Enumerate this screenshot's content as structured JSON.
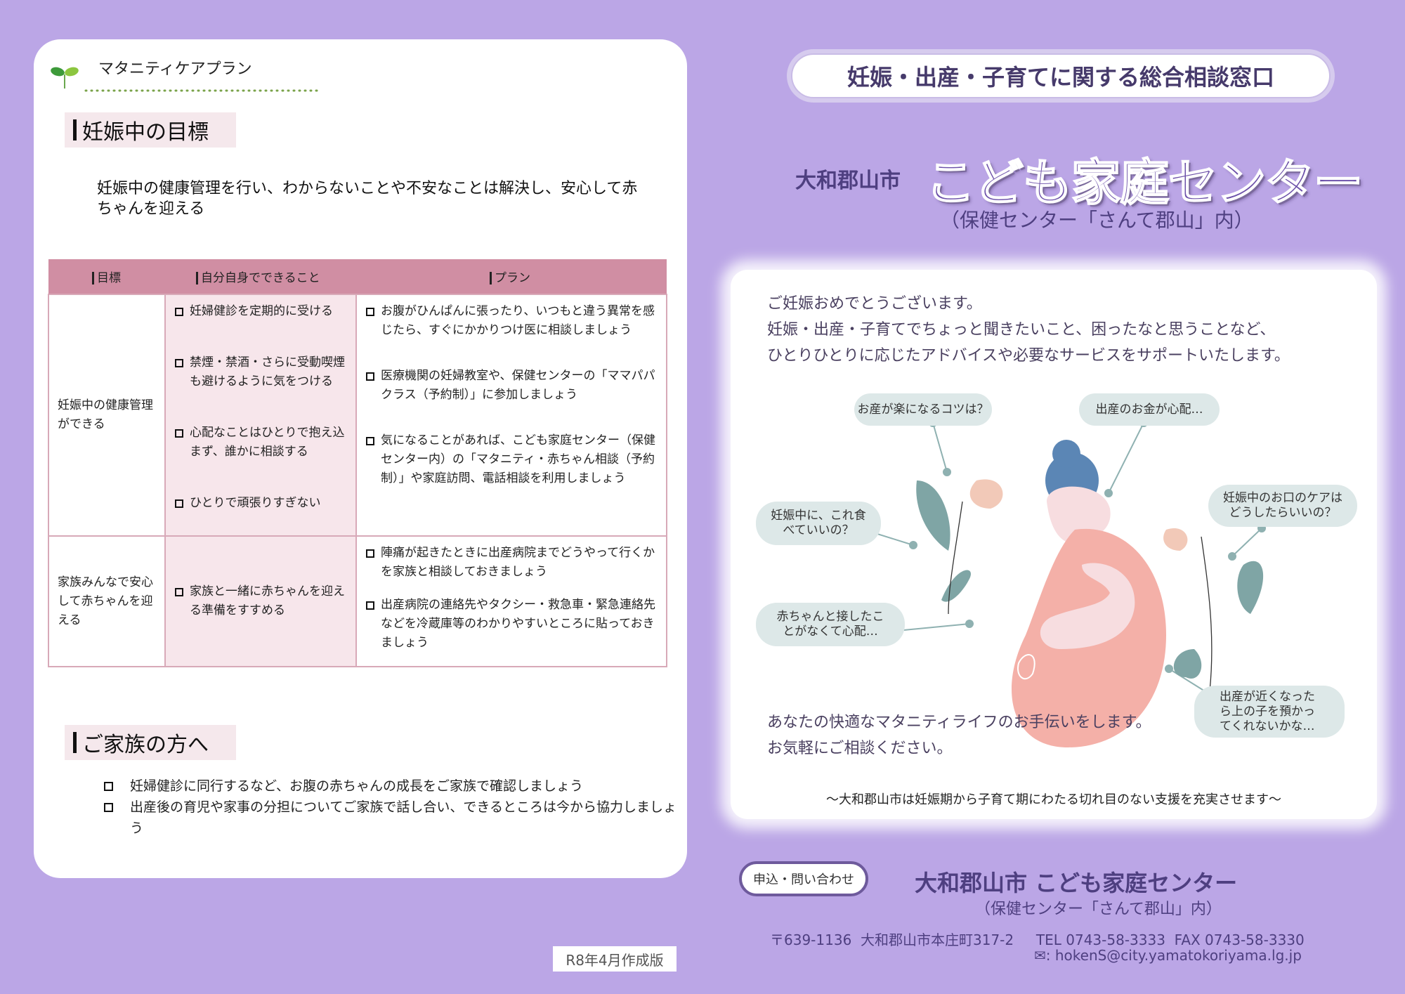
{
  "left": {
    "plan_title": "マタニティケアプラン",
    "section1_heading": "妊娠中の目標",
    "intro": "妊娠中の健康管理を行い、わからないことや不安なことは解決し、安心して赤ちゃんを迎える",
    "table": {
      "headers": [
        "目標",
        "自分自身でできること",
        "プラン"
      ],
      "rows": [
        {
          "goal": "妊娠中の健康管理ができる",
          "self": [
            "妊婦健診を定期的に受ける",
            "禁煙・禁酒・さらに受動喫煙も避けるように気をつける",
            "心配なことはひとりで抱え込まず、誰かに相談する",
            "ひとりで頑張りすぎない"
          ],
          "plan": [
            "お腹がひんぱんに張ったり、いつもと違う異常を感じたら、すぐにかかりつけ医に相談しましょう",
            "医療機関の妊婦教室や、保健センターの「ママパパクラス（予約制）」に参加しましょう",
            "気になることがあれば、こども家庭センター（保健センター内）の「マタニティ・赤ちゃん相談（予約制）」や家庭訪問、電話相談を利用しましょう"
          ]
        },
        {
          "goal": "家族みんなで安心して赤ちゃんを迎える",
          "self": [
            "家族と一緒に赤ちゃんを迎える準備をすすめる"
          ],
          "plan": [
            "陣痛が起きたときに出産病院までどうやって行くかを家族と相談しておきましょう",
            "出産病院の連絡先やタクシー・救急車・緊急連絡先などを冷蔵庫等のわかりやすいところに貼っておきましょう"
          ]
        }
      ]
    },
    "section2_heading": "ご家族の方へ",
    "family_items": [
      "妊婦健診に同行するなど、お腹の赤ちゃんの成長をご家族で確認しましょう",
      "出産後の育児や家事の分担についてご家族で話し合い、できるところは今から協力しましょう"
    ],
    "version": "R8年4月作成版"
  },
  "right": {
    "pill_title": "妊娠・出産・子育てに関する総合相談窓口",
    "city": "大和郡山市",
    "center": "こども家庭センター",
    "center_sub": "（保健センター「さんて郡山」内）",
    "greeting": [
      "ご妊娠おめでとうございます。",
      "妊娠・出産・子育てでちょっと聞きたいこと、困ったなと思うことなど、",
      "ひとりひとりに応じたアドバイスや必要なサービスをサポートいたします。"
    ],
    "bubbles": [
      "お産が楽になるコツは？",
      "出産のお金が心配…",
      "妊娠中に、これ食べていいの？",
      "妊娠中のお口のケアはどうしたらいいの？",
      "赤ちゃんと接したことがなくて心配…",
      "出産が近くなったら上の子を預かってくれないかな…"
    ],
    "closing": [
      "あなたの快適なマタニティライフのお手伝いをします。",
      "お気軽にご相談ください。"
    ],
    "tagline": "～大和郡山市は妊娠期から子育て期にわたる切れ目のない支援を充実させます～",
    "contact_label": "申込・問い合わせ",
    "footer_name": "大和郡山市 こども家庭センター",
    "footer_sub": "（保健センター「さんて郡山」内）",
    "address": "〒639-1136  大和郡山市本庄町317-2     TEL 0743-58-3333  FAX 0743-58-3330",
    "email": "✉: hokenS@city.yamatokoriyama.lg.jp"
  },
  "colors": {
    "background": "#bba6e6",
    "table_header": "#d08ea3",
    "table_self_bg": "#f7e6eb",
    "heading_bg": "#f5e8ec",
    "title_purple": "#6b4fa8",
    "bubble": "#dde8e8"
  }
}
